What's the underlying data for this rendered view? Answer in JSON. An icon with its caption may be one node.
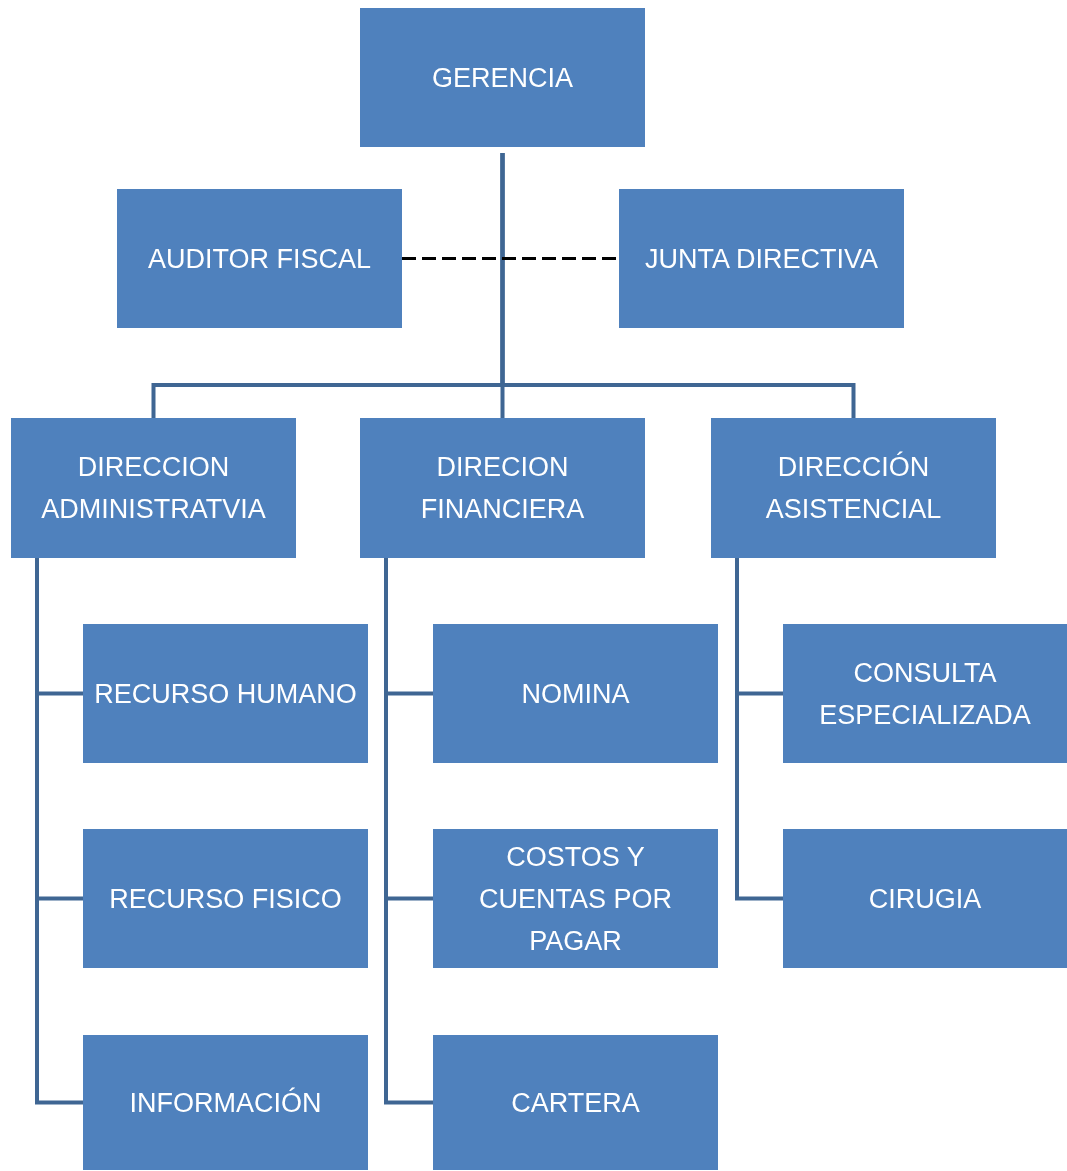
{
  "diagram": {
    "nodes": [
      {
        "text": [
          "GERENCIA"
        ]
      },
      {
        "text": [
          "AUDITOR FISCAL"
        ]
      },
      {
        "text": [
          "JUNTA DIRECTIVA"
        ]
      },
      {
        "text": [
          "DIRECCION ADMINISTRATVIA"
        ]
      },
      {
        "text": [
          "DIRECION FINANCIERA"
        ]
      },
      {
        "text": [
          "DIRECCIÓN ASISTENCIAL"
        ]
      },
      {
        "text": [
          "RECURSO HUMANO"
        ]
      },
      {
        "text": [
          "NOMINA"
        ]
      },
      {
        "text": [
          "CONSULTA ESPECIALIZADA"
        ]
      },
      {
        "text": [
          "RECURSO FISICO"
        ]
      },
      {
        "text": [
          "COSTOS Y CUENTAS POR PAGAR"
        ]
      },
      {
        "text": [
          "CIRUGIA"
        ]
      },
      {
        "text": [
          "INFORMACIÓN"
        ]
      },
      {
        "text": [
          "CARTERA"
        ]
      }
    ],
    "edges": [
      {
        "from": 0,
        "to": 3,
        "arrow": "none"
      },
      {
        "from": 0,
        "to": 4,
        "arrow": "none"
      },
      {
        "from": 0,
        "to": 5,
        "arrow": "none"
      },
      {
        "from": 1,
        "to": 2,
        "arrow": "none",
        "style": "dashed",
        "color": "#000000"
      },
      {
        "from": 3,
        "to": 6,
        "arrow": "none"
      },
      {
        "from": 3,
        "to": 9,
        "arrow": "none"
      },
      {
        "from": 3,
        "to": 12,
        "arrow": "none"
      },
      {
        "from": 4,
        "to": 7,
        "arrow": "none"
      },
      {
        "from": 4,
        "to": 10,
        "arrow": "none"
      },
      {
        "from": 4,
        "to": 13,
        "arrow": "none"
      },
      {
        "from": 5,
        "to": 8,
        "arrow": "none"
      },
      {
        "from": 5,
        "to": 11,
        "arrow": "none"
      }
    ]
  }
}
